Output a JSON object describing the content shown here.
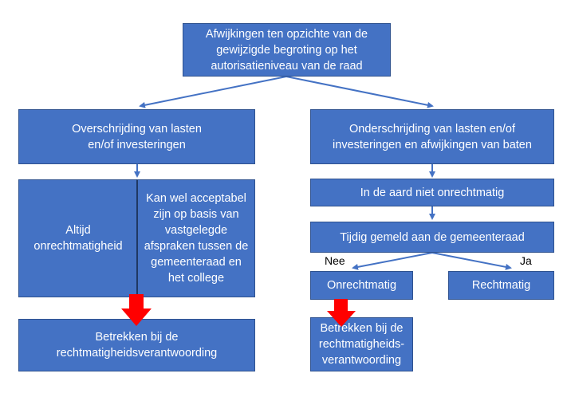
{
  "colors": {
    "box_fill": "#4472c4",
    "box_border": "#2f528f",
    "connector": "#4472c4",
    "highlight_arrow": "#ff0000"
  },
  "top": {
    "text": "Afwijkingen ten opzichte van de\ngewijzigde begroting op het\nautorisatieniveau van de raad"
  },
  "left": {
    "over": "Overschrijding van lasten\nen/of investeringen",
    "always": "Altijd\nonrechtmatigheid",
    "acceptable": "Kan wel acceptabel\nzijn op basis van\nvastgelegde\nafspraken tussen de\ngemeenteraad en\nhet college",
    "involve": "Betrekken bij de\nrechtmatigheidsverantwoording"
  },
  "right": {
    "under": "Onderschrijding van lasten en/of\ninvesteringen en afwijkingen van baten",
    "nature": "In de aard niet onrechtmatig",
    "timely": "Tijdig gemeld aan de gemeenteraad",
    "no_label": "Nee",
    "yes_label": "Ja",
    "unlawful": "Onrechtmatig",
    "lawful": "Rechtmatig",
    "involve": "Betrekken bij de\nrechtmatigheids-\nverantwoording"
  }
}
